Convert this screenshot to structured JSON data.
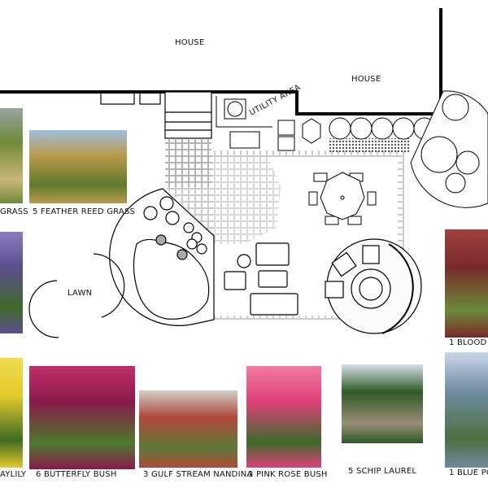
{
  "plan": {
    "house_left": "HOUSE",
    "house_right": "HOUSE",
    "utility_area": "UTILITY AREA",
    "lawn": "LAWN"
  },
  "plants": [
    {
      "label": "GRASS",
      "colors": [
        "#6e8a3a",
        "#c9b678",
        "#9aa4a0"
      ]
    },
    {
      "label": "5 FEATHER REED GRASS",
      "colors": [
        "#b89a4a",
        "#5e7a2c",
        "#9cc0e0"
      ]
    },
    {
      "label": "",
      "colors": [
        "#5b4e8e",
        "#3f6a2a",
        "#8a7cc0"
      ]
    },
    {
      "label": "AYLILY",
      "colors": [
        "#e2c92a",
        "#3e6a22",
        "#f0dd50"
      ]
    },
    {
      "label": "6 BUTTERFLY BUSH",
      "colors": [
        "#8a1a4a",
        "#4d7a2e",
        "#c0306a"
      ]
    },
    {
      "label": "3 GULF STREAM NANDINA",
      "colors": [
        "#b0483a",
        "#5c7a3a",
        "#d0d0c8"
      ]
    },
    {
      "label": "3 PINK ROSE BUSH",
      "colors": [
        "#e0407a",
        "#3d6a2a",
        "#f27aa0"
      ]
    },
    {
      "label": "5 SCHIP LAUREL",
      "colors": [
        "#2f5a26",
        "#9a8e78",
        "#d8e0e8"
      ]
    },
    {
      "label": "1 BLUE PO",
      "colors": [
        "#6f8aa0",
        "#4e7040",
        "#c8d8e8"
      ]
    },
    {
      "label": "1 BLOOD",
      "colors": [
        "#7a2a2a",
        "#6a8a3a",
        "#a04040"
      ]
    }
  ]
}
